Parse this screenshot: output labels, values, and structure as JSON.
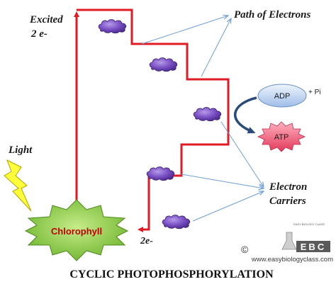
{
  "diagram": {
    "title": "CYCLIC PHOTOPHOSPHORYLATION",
    "labels": {
      "excited_line1": "Excited",
      "excited_line2": "2 e-",
      "light": "Light",
      "chlorophyll": "Chlorophyll",
      "two_e_return": "2e-",
      "path_of_electrons": "Path of Electrons",
      "electron_carriers_line1": "Electron",
      "electron_carriers_line2": "Carriers",
      "adp": "ADP",
      "pi": "+ Pi",
      "atp": "ATP"
    },
    "logo": {
      "copyright": "©",
      "letters": "EBC",
      "website": "www.easybiologyclass.com",
      "tagline": "EASY BIOLOGY CLASS"
    },
    "colors": {
      "electron_path": "#e01b24",
      "carrier_fill": "#7a4fc4",
      "chlorophyll_fill": "#92d050",
      "chlorophyll_text": "#c00000",
      "lightning_fill": "#ffff3a",
      "adp_fill": "#c9dbf3",
      "atp_fill": "#f3637c",
      "pointer_line": "#6f9fd8",
      "cycle_arrow": "#2a4b78"
    },
    "icons": [
      "lightning-icon",
      "electron-carrier-icon",
      "chlorophyll-starburst-icon",
      "curved-arrow-icon",
      "ebc-logo-icon"
    ]
  }
}
